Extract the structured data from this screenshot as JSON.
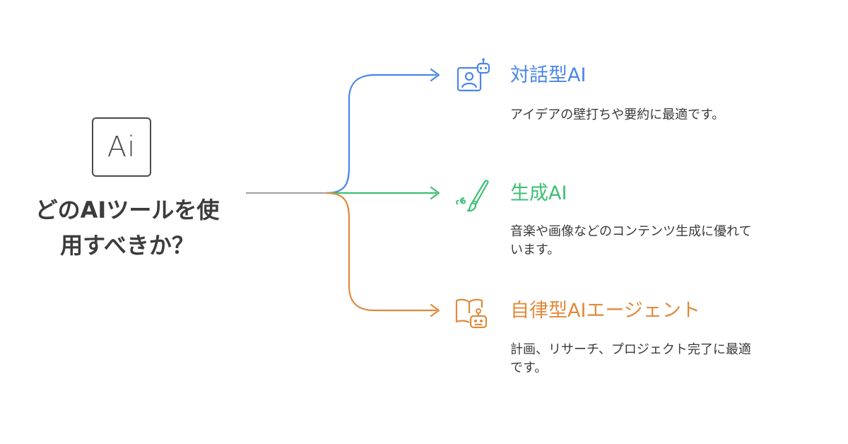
{
  "center": {
    "logo_text": "Ai",
    "question_lines": [
      "どのAIツールを使",
      "用すべきか？"
    ]
  },
  "branches": [
    {
      "title": "対話型AI",
      "description_lines": [
        "アイデアの壁打ちや要約に最適です。"
      ],
      "color": "#4a86e8",
      "icon": "chat-robot-icon"
    },
    {
      "title": "生成AI",
      "description_lines": [
        "音楽や画像などのコンテンツ生成に優れて",
        "います。"
      ],
      "color": "#3dbf73",
      "icon": "paintbrush-icon"
    },
    {
      "title": "自律型AIエージェント",
      "description_lines": [
        "計画、リサーチ、プロジェクト完了に最適",
        "です。"
      ],
      "color": "#e08a3a",
      "icon": "robot-book-icon"
    }
  ],
  "connector_color": "#9e9e9e"
}
